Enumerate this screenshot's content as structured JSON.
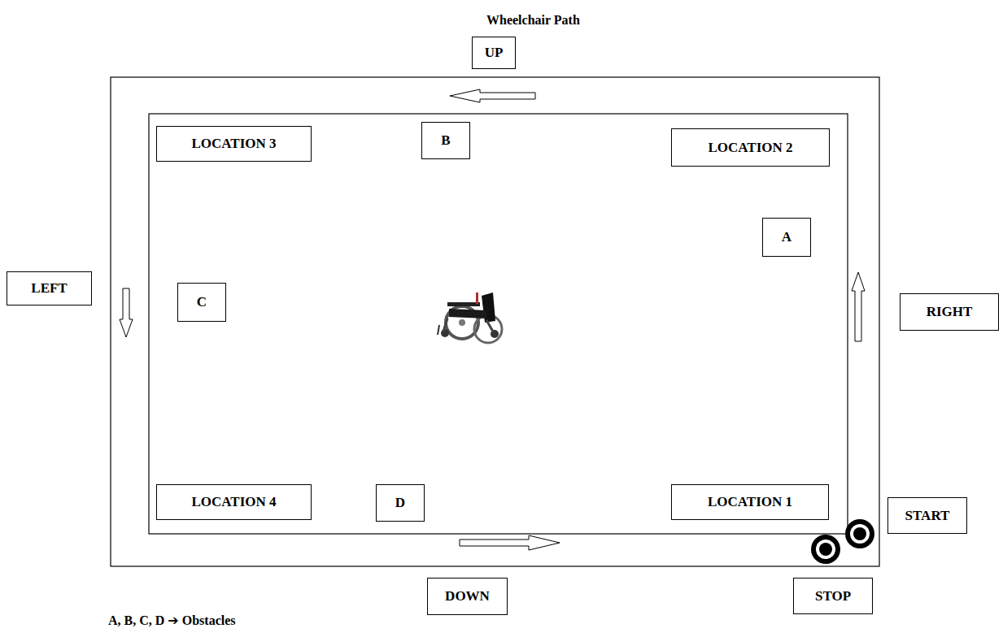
{
  "diagram": {
    "title": "Wheelchair Path",
    "nodes": [
      {
        "text": [
          "UP"
        ]
      },
      {
        "text": [
          "LOCATION 3"
        ]
      },
      {
        "text": [
          "B"
        ]
      },
      {
        "text": [
          "LOCATION 2"
        ]
      },
      {
        "text": [
          "A"
        ]
      },
      {
        "text": [
          "LEFT"
        ]
      },
      {
        "text": [
          "C"
        ]
      },
      {
        "text": [
          "RIGHT"
        ]
      },
      {
        "text": [
          "LOCATION 4"
        ]
      },
      {
        "text": [
          "D"
        ]
      },
      {
        "text": [
          "LOCATION 1"
        ]
      },
      {
        "text": [
          "START"
        ]
      },
      {
        "text": [
          "DOWN"
        ]
      },
      {
        "text": [
          "STOP"
        ]
      }
    ],
    "labels": [
      "A, B, C, D ➔ Obstacles"
    ]
  }
}
